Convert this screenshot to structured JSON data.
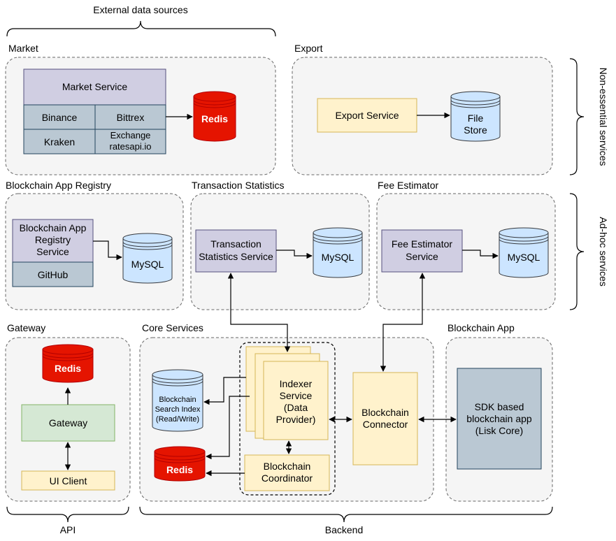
{
  "groups": {
    "external": "External data sources",
    "market": "Market",
    "export": "Export",
    "app_registry": "Blockchain App Registry",
    "tx_stats": "Transaction Statistics",
    "fee_estimator": "Fee Estimator",
    "gateway": "Gateway",
    "core": "Core Services",
    "blockchain_app": "Blockchain App",
    "non_essential": "Non-essential services",
    "ad_hoc": "Ad-hoc services",
    "api": "API",
    "backend": "Backend"
  },
  "nodes": {
    "market_service": "Market Service",
    "binance": "Binance",
    "bittrex": "Bittrex",
    "kraken": "Kraken",
    "exchange_1": "Exchange",
    "exchange_2": "ratesapi.io",
    "redis": "Redis",
    "export_service": "Export Service",
    "file_store_1": "File",
    "file_store_2": "Store",
    "registry_1": "Blockchain App",
    "registry_2": "Registry",
    "registry_3": "Service",
    "github": "GitHub",
    "mysql": "MySQL",
    "tx_stats_1": "Transaction",
    "tx_stats_2": "Statistics Service",
    "fee_1": "Fee Estimator",
    "fee_2": "Service",
    "gateway": "Gateway",
    "ui_client": "UI Client",
    "search_1": "Blockchain",
    "search_2": "Search Index",
    "search_3": "(Read/Write)",
    "indexer_1": "Indexer",
    "indexer_2": "Service",
    "indexer_3": "(Data",
    "indexer_4": "Provider)",
    "coordinator_1": "Blockchain",
    "coordinator_2": "Coordinator",
    "connector_1": "Blockchain",
    "connector_2": "Connector",
    "sdk_1": "SDK based",
    "sdk_2": "blockchain app",
    "sdk_3": "(Lisk Core)"
  },
  "colors": {
    "purple": "#d0cee2",
    "purple_stroke": "#56517e",
    "gray_blue": "#bac8d3",
    "gray_blue_stroke": "#23445d",
    "yellow": "#fff2cc",
    "yellow_stroke": "#d6b656",
    "green": "#d5e8d4",
    "green_stroke": "#82b366",
    "db_blue": "#cce5ff",
    "db_blue_stroke": "#36393d",
    "redis_red": "#e51400",
    "redis_stroke": "#b20000",
    "group_fill": "#f5f5f5",
    "group_stroke": "#666666"
  }
}
